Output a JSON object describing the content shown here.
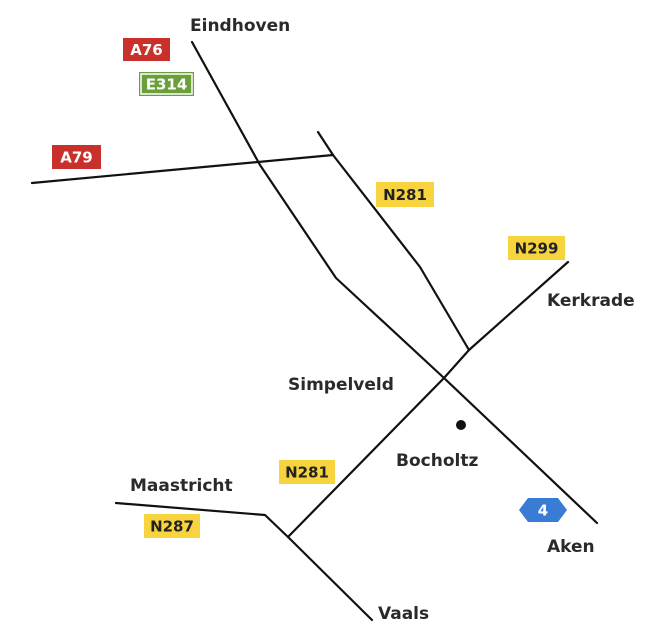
{
  "colors": {
    "background": "#ffffff",
    "road": "#111111",
    "place_text": "#2a2a2a",
    "motorway_red": "#c9302c",
    "europe_green": "#6a9f3a",
    "provincial_yellow": "#f7d33d",
    "provincial_text": "#222222",
    "german_blue": "#3a7bd5",
    "shield_text_light": "#ffffff"
  },
  "places": {
    "eindhoven": "Eindhoven",
    "kerkrade": "Kerkrade",
    "simpelveld": "Simpelveld",
    "bocholtz": "Bocholtz",
    "maastricht": "Maastricht",
    "aken": "Aken",
    "vaals": "Vaals"
  },
  "shields": {
    "a76": "A76",
    "e314": "E314",
    "a79": "A79",
    "n281_north": "N281",
    "n299": "N299",
    "n281_south": "N281",
    "n287": "N287",
    "de4": "4"
  },
  "icons": {
    "town_dot": "bocholtz-dot-icon",
    "hexagon": "autobahn-hexagon-icon"
  }
}
